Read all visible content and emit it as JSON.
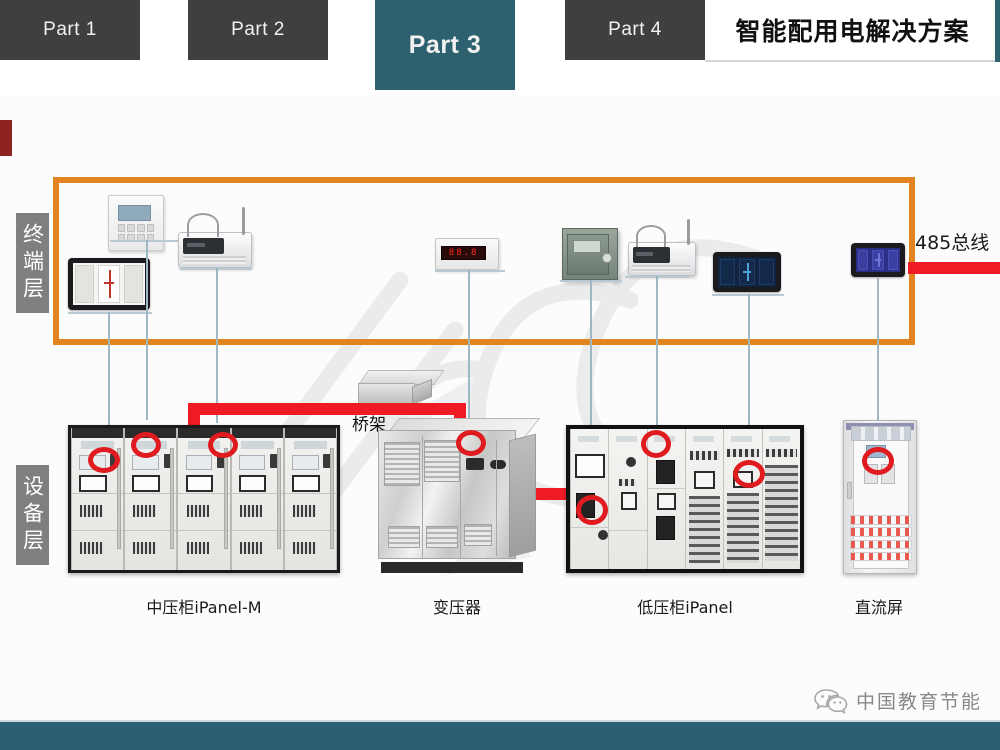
{
  "header": {
    "tabs": [
      {
        "label": "Part 1",
        "active": false
      },
      {
        "label": "Part 2",
        "active": false
      },
      {
        "label": "Part 3",
        "active": true
      },
      {
        "label": "Part 4",
        "active": false
      }
    ],
    "title": "智能配用电解决方案",
    "accent_color": "#2d6170",
    "tab_color": "#403f3e"
  },
  "layers": [
    {
      "name": "terminal",
      "label": "终端层"
    },
    {
      "name": "device",
      "label": "设备层"
    }
  ],
  "diagram": {
    "bus_label": "485总线",
    "bus_color": "#ef1b24",
    "terminal_box_color": "#e2841f",
    "cable_tray_label": "桥架",
    "terminal_devices": [
      {
        "id": "hmi-panel-left",
        "type": "touch-hmi",
        "screen": "mimic"
      },
      {
        "id": "protection-relay",
        "type": "protection-relay"
      },
      {
        "id": "wireless-gateway-left",
        "type": "wireless-gateway"
      },
      {
        "id": "led-meter",
        "type": "led-meter",
        "display": "88.8"
      },
      {
        "id": "green-terminal-box",
        "type": "metal-terminal-box"
      },
      {
        "id": "wireless-gateway-right",
        "type": "wireless-gateway"
      },
      {
        "id": "hmi-panel-data",
        "type": "touch-hmi",
        "screen": "data"
      },
      {
        "id": "hmi-panel-blue",
        "type": "touch-hmi",
        "screen": "blue"
      }
    ],
    "equipment": [
      {
        "id": "mv-switchgear",
        "caption": "中压柜iPanel-M",
        "cells": 5,
        "markers": 3
      },
      {
        "id": "transformer",
        "caption": "变压器",
        "markers": 1
      },
      {
        "id": "lv-switchgear",
        "caption": "低压柜iPanel",
        "cells": 6,
        "markers": 3
      },
      {
        "id": "dc-panel",
        "caption": "直流屏",
        "markers": 1
      }
    ]
  },
  "footer": {
    "bar_color": "#2b6074",
    "wechat_account": "中国教育节能"
  }
}
